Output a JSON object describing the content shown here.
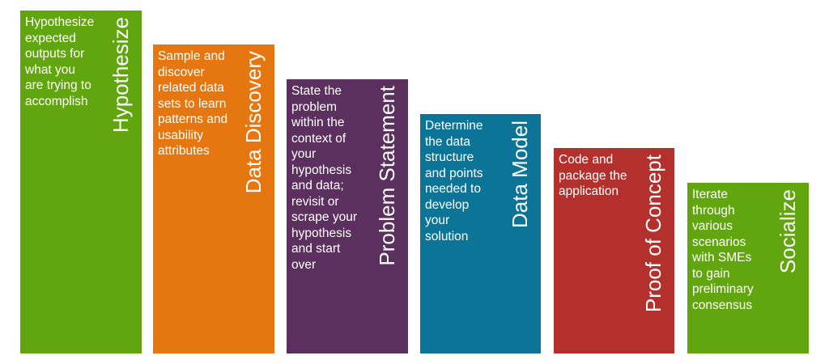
{
  "steps": [
    {
      "title": "Hypothesize",
      "description": "Hypothesize\nexpected\noutputs for\nwhat you\nare trying to\naccomplish",
      "color": "#62a60f"
    },
    {
      "title": "Data Discovery",
      "description": "Sample and\ndiscover\nrelated data\nsets to learn\npatterns and\nusability\nattributes",
      "color": "#e67610"
    },
    {
      "title": "Problem Statement",
      "description": "State the\nproblem\nwithin the\ncontext of\nyour\nhypothesis\nand data;\nrevisit or\nscrape your\nhypothesis\nand start\nover",
      "color": "#5b2f5e"
    },
    {
      "title": "Data Model",
      "description": "Determine\nthe data\nstructure\nand points\nneeded to\ndevelop\nyour\nsolution",
      "color": "#0c7597"
    },
    {
      "title": "Proof of Concept",
      "description": "Code and\npackage the\napplication",
      "color": "#b3302c"
    },
    {
      "title": "Socialize",
      "description": "Iterate\nthrough\nvarious\nscenarios\nwith SMEs\nto gain\npreliminary\nconsensus",
      "color": "#62a60f"
    }
  ]
}
